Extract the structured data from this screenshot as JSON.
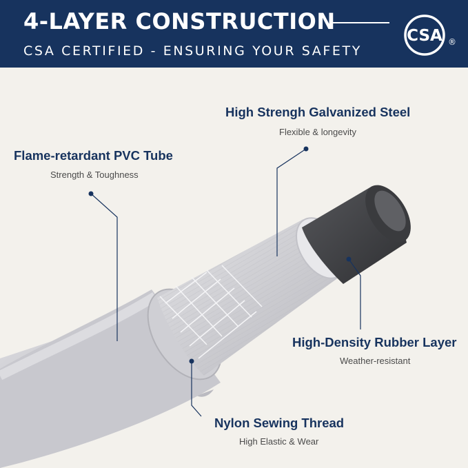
{
  "header": {
    "title": "4-LAYER CONSTRUCTION",
    "subtitle": "CSA CERTIFIED - ENSURING YOUR SAFETY",
    "logo_text": "CSA",
    "logo_mark": "®",
    "background": "#17335e"
  },
  "layers": [
    {
      "title": "High Strengh Galvanized Steel",
      "desc": "Flexible & longevity"
    },
    {
      "title": "Flame-retardant PVC Tube",
      "desc": "Strength & Toughness"
    },
    {
      "title": "High-Density Rubber Layer",
      "desc": "Weather-resistant"
    },
    {
      "title": "Nylon Sewing Thread",
      "desc": "High Elastic & Wear"
    }
  ],
  "colors": {
    "accent": "#17335e",
    "background": "#f3f1ec",
    "outer_tube": "#c9c9cf",
    "rubber_core": "#414244"
  }
}
